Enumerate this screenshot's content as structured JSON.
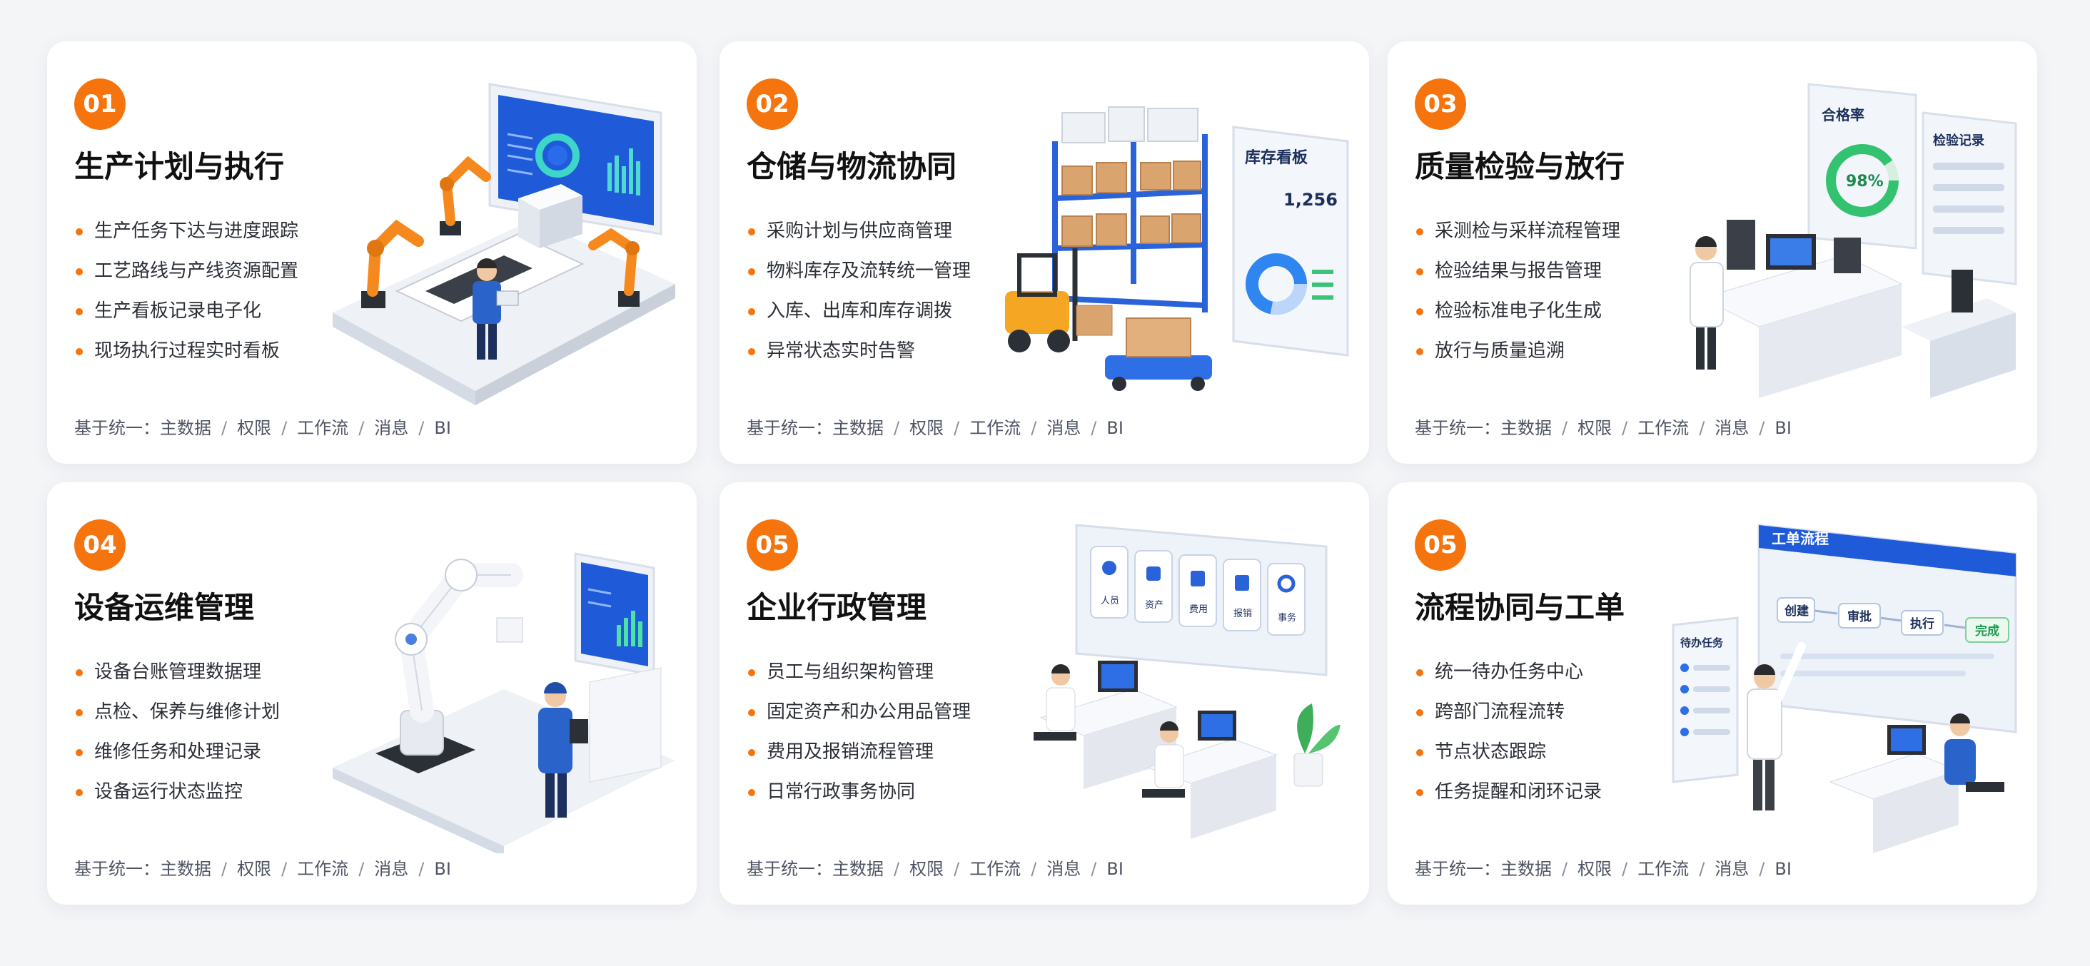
{
  "footer": {
    "prefix": "基于统一：",
    "items": [
      "主数据",
      "权限",
      "工作流",
      "消息",
      "BI"
    ],
    "separator": "/"
  },
  "colors": {
    "accent": "#f5740e",
    "brand_blue": "#1f5bd9"
  },
  "cards": [
    {
      "number": "01",
      "title": "生产计划与执行",
      "features": [
        "生产任务下达与进度跟踪",
        "工艺路线与产线资源配置",
        "生产看板记录电子化",
        "现场执行过程实时看板"
      ],
      "illustration": "factory-robot-arms-illustration",
      "labels": []
    },
    {
      "number": "02",
      "title": "仓储与物流协同",
      "features": [
        "采购计划与供应商管理",
        "物料库存及流转统一管理",
        "入库、出库和库存调拨",
        "异常状态实时告警"
      ],
      "illustration": "warehouse-forklift-illustration",
      "labels": [
        "库存看板",
        "1,256"
      ]
    },
    {
      "number": "03",
      "title": "质量检验与放行",
      "features": [
        "采测检与采样流程管理",
        "检验结果与报告管理",
        "检验标准电子化生成",
        "放行与质量追溯"
      ],
      "illustration": "quality-lab-illustration",
      "labels": [
        "合格率",
        "98%",
        "检验记录"
      ]
    },
    {
      "number": "04",
      "title": "设备运维管理",
      "features": [
        "设备台账管理数据理",
        "点检、保养与维修计划",
        "维修任务和处理记录",
        "设备运行状态监控"
      ],
      "illustration": "equipment-maintenance-illustration",
      "labels": []
    },
    {
      "number": "05",
      "title": "企业行政管理",
      "features": [
        "员工与组织架构管理",
        "固定资产和办公用品管理",
        "费用及报销流程管理",
        "日常行政事务协同"
      ],
      "illustration": "office-admin-illustration",
      "labels": [
        "人员",
        "资产",
        "费用",
        "报销",
        "事务"
      ]
    },
    {
      "number": "05",
      "title": "流程协同与工单",
      "features": [
        "统一待办任务中心",
        "跨部门流程流转",
        "节点状态跟踪",
        "任务提醒和闭环记录"
      ],
      "illustration": "workflow-ticket-illustration",
      "labels": [
        "工单流程",
        "创建",
        "审批",
        "执行",
        "完成",
        "待办任务"
      ]
    }
  ]
}
